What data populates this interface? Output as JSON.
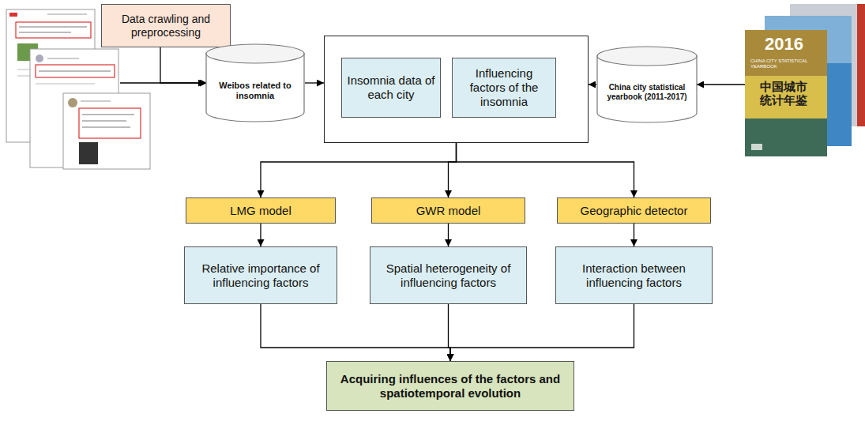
{
  "diagram": {
    "nodes": [
      {
        "text": [
          "Data crawling and preprocessing"
        ]
      },
      {
        "text": [
          "Weibos related to insomnia"
        ]
      },
      {
        "text": []
      },
      {
        "text": [
          "Insomnia data of each city"
        ],
        "in": 2
      },
      {
        "text": [
          "Influencing factors of the insomnia"
        ],
        "in": 2
      },
      {
        "text": [
          "China city statistical yearbook (2011-2017)"
        ]
      },
      {
        "text": [
          "LMG model"
        ]
      },
      {
        "text": [
          "GWR model"
        ]
      },
      {
        "text": [
          "Geographic detector"
        ]
      },
      {
        "text": [
          "Relative importance of influencing factors"
        ]
      },
      {
        "text": [
          "Spatial heterogeneity of influencing factors"
        ]
      },
      {
        "text": [
          "Interaction between influencing factors"
        ]
      },
      {
        "text": [
          "Acquiring influences of the factors and spatiotemporal evolution"
        ]
      }
    ],
    "edges": [
      {
        "from": 0,
        "to": 1,
        "arrow": "to"
      },
      {
        "from": 1,
        "to": 2,
        "arrow": "to"
      },
      {
        "from": 5,
        "to": 2,
        "arrow": "to"
      },
      {
        "from": 2,
        "to": 6,
        "arrow": "to"
      },
      {
        "from": 2,
        "to": 7,
        "arrow": "to"
      },
      {
        "from": 2,
        "to": 8,
        "arrow": "to"
      },
      {
        "from": 6,
        "to": 9,
        "arrow": "to"
      },
      {
        "from": 7,
        "to": 10,
        "arrow": "to"
      },
      {
        "from": 8,
        "to": 11,
        "arrow": "to"
      },
      {
        "from": 9,
        "to": 12,
        "arrow": "to"
      },
      {
        "from": 10,
        "to": 12,
        "arrow": "to"
      },
      {
        "from": 11,
        "to": 12,
        "arrow": "to"
      }
    ],
    "labels": [
      "2016",
      "CHINA CITY STATISTICAL YEARBOOK",
      "中国城市统计年鉴"
    ]
  }
}
